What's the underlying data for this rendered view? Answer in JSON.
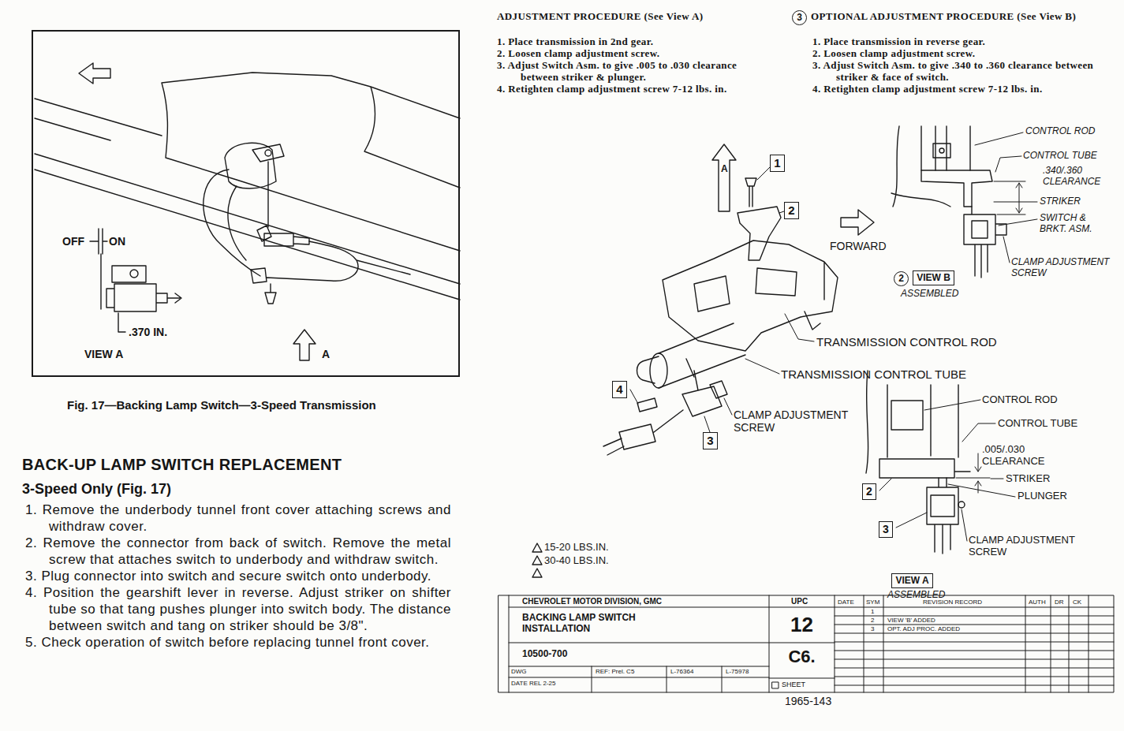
{
  "diagram": {
    "title": "BACK-UP LAMP SWITCH REPLACEMENT",
    "caption": "Fig. 17—Backing Lamp Switch—3-Speed Transmission",
    "nodes": [
      {
        "text": [
          "OFF",
          "ON",
          ".370 IN.",
          "VIEW A",
          "A"
        ]
      },
      {
        "text": [
          "3"
        ]
      },
      {
        "text": [
          "1"
        ]
      },
      {
        "text": [
          "2"
        ]
      },
      {
        "text": [
          "4"
        ]
      },
      {
        "text": [
          "3"
        ]
      },
      {
        "text": [
          "2"
        ]
      },
      {
        "text": [
          "VIEW B"
        ]
      },
      {
        "text": [
          "2"
        ]
      },
      {
        "text": [
          "3"
        ]
      },
      {
        "text": [
          "VIEW A"
        ]
      }
    ],
    "labels": [
      "ADJUSTMENT PROCEDURE (See View A)",
      "1. Place transmission in 2nd gear.",
      "2. Loosen clamp adjustment screw.",
      "3. Adjust Switch Asm. to give .005 to .030 clearance between striker & plunger.",
      "4. Retighten clamp adjustment screw 7-12 lbs. in.",
      "OPTIONAL ADJUSTMENT PROCEDURE (See View B)",
      "1. Place transmission in reverse gear.",
      "2. Loosen clamp adjustment screw.",
      "3. Adjust Switch Asm. to give .340 to .360 clearance between striker & face of switch.",
      "4. Retighten clamp adjustment screw 7-12 lbs. in.",
      "CONTROL ROD",
      "CONTROL TUBE",
      ".340/.360 CLEARANCE",
      "STRIKER",
      "SWITCH & BRKT. ASM.",
      "CLAMP ADJUSTMENT SCREW",
      "ASSEMBLED",
      "A",
      "FORWARD",
      "TRANSMISSION CONTROL ROD",
      "TRANSMISSION CONTROL TUBE",
      "CLAMP ADJUSTMENT SCREW",
      "CONTROL ROD",
      "CONTROL TUBE",
      ".005/.030 CLEARANCE",
      "STRIKER",
      "PLUNGER",
      "CLAMP ADJUSTMENT SCREW",
      "ASSEMBLED",
      "15-20 LBS.IN.",
      "30-40 LBS.IN.",
      "CHEVROLET MOTOR DIVISION, GMC",
      "UPC",
      "DATE",
      "SYM",
      "REVISION RECORD",
      "AUTH",
      "DR",
      "CK",
      "1",
      "2",
      "VIEW 'B' ADDED",
      "3",
      "OPT. ADJ PROC. ADDED",
      "BACKING LAMP SWITCH INSTALLATION",
      "12",
      "10500-700",
      "C6.",
      "DWG",
      "DATE REL 2-25",
      "REF: Prel. C5",
      "L-76364",
      "L-75978",
      "SHEET",
      "1965-143",
      "3-Speed Only (Fig. 17)",
      "1. Remove the underbody tunnel front cover attaching screws and withdraw cover.",
      "2. Remove the connector from back of switch. Remove the metal screw that attaches switch to underbody and withdraw switch.",
      "3. Plug connector into switch and secure switch onto underbody.",
      "4. Position the gearshift lever in reverse. Adjust striker on shifter tube so that tang pushes plunger into switch body. The distance between switch and tang on striker should be 3/8\".",
      "5. Check operation of switch before replacing tunnel front cover."
    ]
  }
}
